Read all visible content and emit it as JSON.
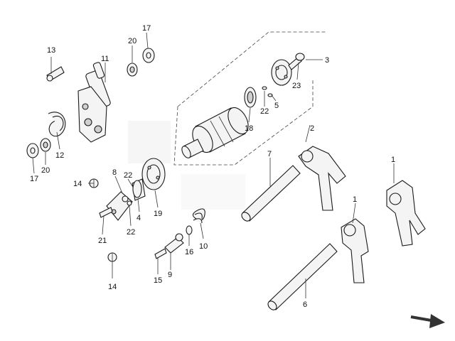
{
  "callouts": {
    "c1a": "1",
    "c1b": "1",
    "c2": "2",
    "c3": "3",
    "c4": "4",
    "c5": "5",
    "c6": "6",
    "c7": "7",
    "c8": "8",
    "c9": "9",
    "c10": "10",
    "c11": "11",
    "c12": "12",
    "c13": "13",
    "c14a": "14",
    "c14b": "14",
    "c15": "15",
    "c16": "16",
    "c17a": "17",
    "c17b": "17",
    "c18": "18",
    "c19": "19",
    "c20a": "20",
    "c20b": "20",
    "c21": "21",
    "c22a": "22",
    "c22b": "22",
    "c22c": "22",
    "c23": "23"
  },
  "icons": {
    "direction": "arrow-right-icon"
  }
}
